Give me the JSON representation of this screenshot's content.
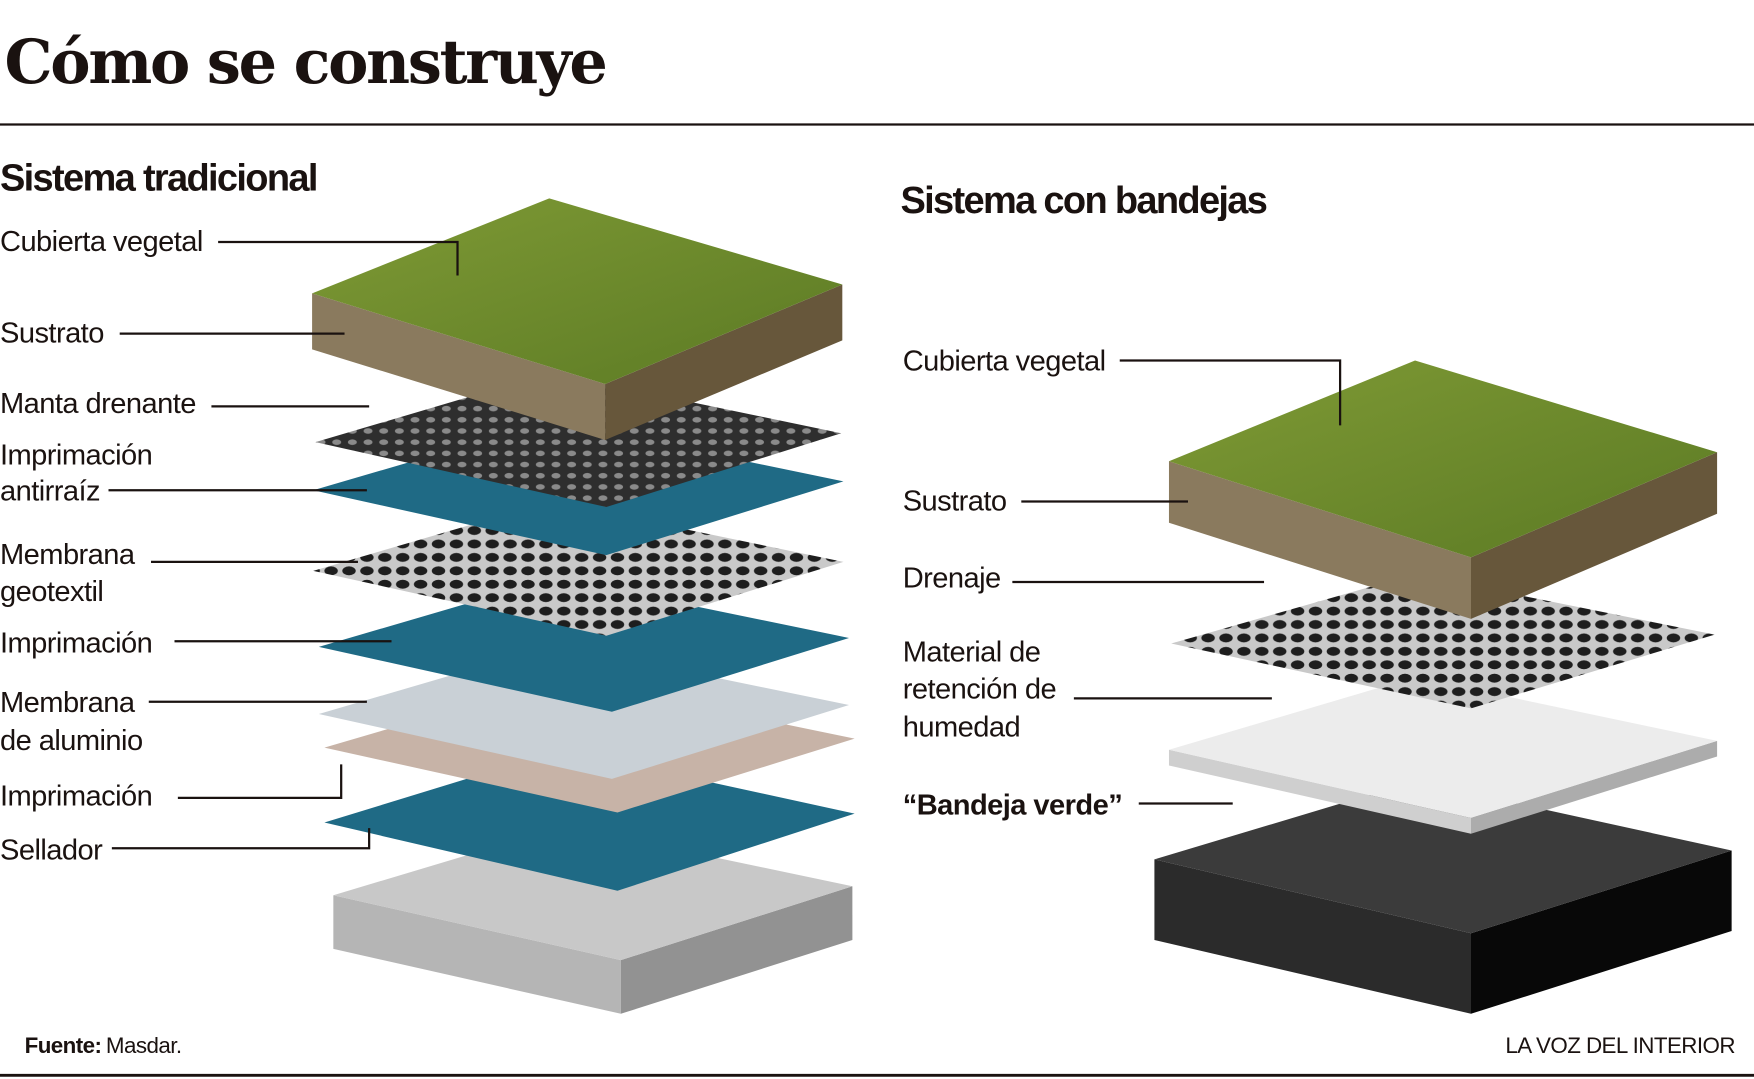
{
  "title": "Cómo se construye",
  "left": {
    "heading": "Sistema tradicional",
    "labels": [
      "Cubierta vegetal",
      "Sustrato",
      "Manta drenante",
      "Imprimación",
      "antirraíz",
      "Membrana",
      "geotextil",
      "Imprimación",
      "Membrana",
      "de aluminio",
      "Imprimación",
      "Sellador"
    ]
  },
  "right": {
    "heading": "Sistema con bandejas",
    "labels": [
      "Cubierta vegetal",
      "Sustrato",
      "Drenaje",
      "Material de",
      "retención de",
      "humedad",
      "“Bandeja verde”"
    ]
  },
  "footer": {
    "source_label": "Fuente:",
    "source": "Masdar.",
    "brand": "LA VOZ DEL INTERIOR"
  },
  "colors": {
    "grass": "#6f8a2e",
    "soil": "#8a7a5e",
    "blue": "#1f6a85",
    "mesh": "#3a3a3a",
    "aluminium": "#c9d0d6",
    "tan": "#c7b3a7",
    "concrete": "#c8c8c8",
    "tray": "#3b3b3b"
  }
}
